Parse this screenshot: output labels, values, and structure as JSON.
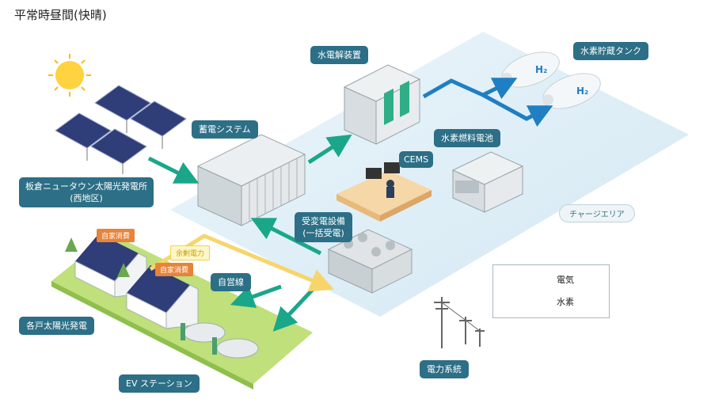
{
  "title": "平常時昼間(快晴)",
  "labels": {
    "electrolyzer": "水電解装置",
    "hydrogen_tank": "水素貯蔵タンク",
    "storage_system": "蓄電システム",
    "fuel_cell": "水素燃料電池",
    "cems": "CEMS",
    "solar_plant_line1": "板倉ニュータウン太陽光発電所",
    "solar_plant_line2": "(西地区)",
    "substation_line1": "受変電設備",
    "substation_line2": "(一括受電)",
    "self_line": "自営線",
    "rooftop_solar": "各戸太陽光発電",
    "ev_station": "EV ステーション",
    "power_grid": "電力系統",
    "charge_area": "チャージエリア",
    "h2_mark": "H₂"
  },
  "tags": {
    "self_consumption_1": "自家消費",
    "self_consumption_2": "自家消費",
    "surplus_power": "余剰電力"
  },
  "legend": {
    "electricity": "電気",
    "hydrogen": "水素"
  },
  "colors": {
    "electricity": "#1aa789",
    "hydrogen": "#1f7fc2",
    "surplus": "#f7d56a",
    "label_bg": "#2c6f86",
    "platform": "#dcedf6"
  }
}
